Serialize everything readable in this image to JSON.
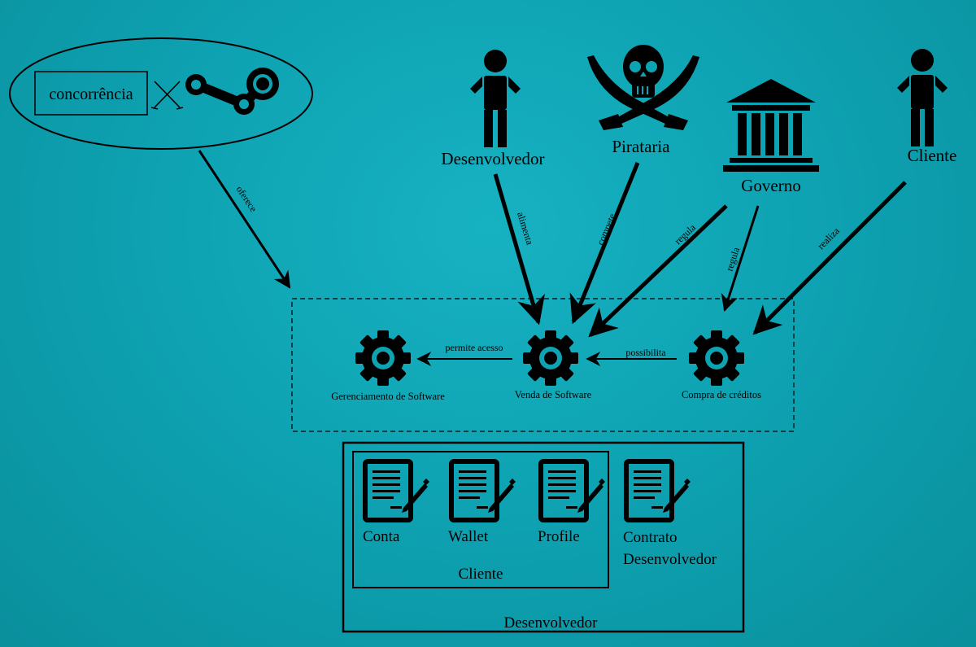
{
  "competition": {
    "label": "concorrência",
    "crossed_swords_icon": "crossed-swords-icon",
    "steam_logo_icon": "steam-logo-icon"
  },
  "actors": {
    "desenvolvedor": "Desenvolvedor",
    "pirataria": "Pirataria",
    "governo": "Governo",
    "cliente": "Cliente"
  },
  "edges": {
    "oferece": "oferece",
    "alimenta": "alimenta",
    "compete": "compete",
    "regula_venda": "regula",
    "regula_compra": "regula",
    "realiza": "realiza",
    "permite_acesso": "permite acesso",
    "possibilita": "possibilita"
  },
  "processes": {
    "gerenciamento": "Gerenciamento de Software",
    "venda": "Venda de Software",
    "compra": "Compra de créditos"
  },
  "documents": {
    "conta": "Conta",
    "wallet": "Wallet",
    "profile": "Profile",
    "contrato_line1": "Contrato",
    "contrato_line2": "Desenvolvedor",
    "cliente_group": "Cliente",
    "desenvolvedor_group": "Desenvolvedor"
  },
  "colors": {
    "background": "#0ea3b3",
    "ink": "#000000"
  }
}
